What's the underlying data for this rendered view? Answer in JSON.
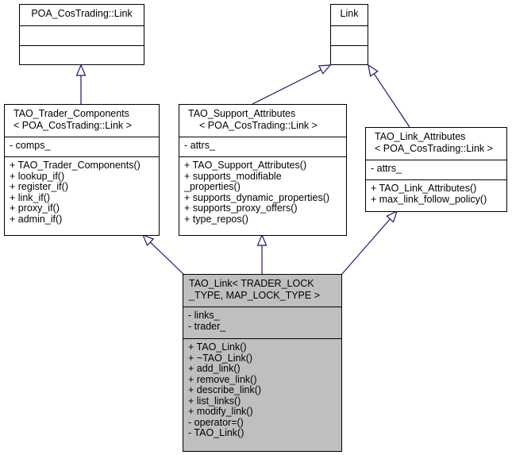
{
  "diagram": {
    "type": "class-inheritance-diagram",
    "classes": {
      "poa_link": {
        "title": [
          "POA_CosTrading::Link"
        ],
        "attributes": [],
        "methods": []
      },
      "link": {
        "title": [
          "Link"
        ],
        "attributes": [],
        "methods": []
      },
      "trader_components": {
        "title": [
          "TAO_Trader_Components",
          "< POA_CosTrading::Link >"
        ],
        "attributes": [
          "- comps_"
        ],
        "methods": [
          "+ TAO_Trader_Components()",
          "+ lookup_if()",
          "+ register_if()",
          "+ link_if()",
          "+ proxy_if()",
          "+ admin_if()"
        ]
      },
      "support_attributes": {
        "title": [
          "TAO_Support_Attributes",
          "< POA_CosTrading::Link >"
        ],
        "attributes": [
          "- attrs_"
        ],
        "methods": [
          "+ TAO_Support_Attributes()",
          "+ supports_modifiable",
          "_properties()",
          "+ supports_dynamic_properties()",
          "+ supports_proxy_offers()",
          "+ type_repos()"
        ]
      },
      "link_attributes": {
        "title": [
          "TAO_Link_Attributes",
          "< POA_CosTrading::Link >"
        ],
        "attributes": [
          "- attrs_"
        ],
        "methods": [
          "+ TAO_Link_Attributes()",
          "+ max_link_follow_policy()"
        ]
      },
      "tao_link": {
        "title": [
          "TAO_Link< TRADER_LOCK",
          "_TYPE, MAP_LOCK_TYPE >"
        ],
        "attributes": [
          "- links_",
          "- trader_"
        ],
        "methods": [
          "+ TAO_Link()",
          "+ ~TAO_Link()",
          "+ add_link()",
          "+ remove_link()",
          "+ describe_link()",
          "+ list_links()",
          "+ modify_link()",
          "- operator=()",
          "- TAO_Link()"
        ]
      }
    },
    "edges": [
      {
        "from": "trader_components",
        "to": "poa_link",
        "kind": "inheritance"
      },
      {
        "from": "support_attributes",
        "to": "link",
        "kind": "inheritance"
      },
      {
        "from": "link_attributes",
        "to": "link",
        "kind": "inheritance"
      },
      {
        "from": "tao_link",
        "to": "trader_components",
        "kind": "inheritance"
      },
      {
        "from": "tao_link",
        "to": "support_attributes",
        "kind": "inheritance"
      },
      {
        "from": "tao_link",
        "to": "link_attributes",
        "kind": "inheritance"
      }
    ],
    "colors": {
      "edge": "#191970",
      "focus_fill": "#bfbfbf",
      "box_fill": "#ffffff",
      "border": "#000000"
    }
  }
}
